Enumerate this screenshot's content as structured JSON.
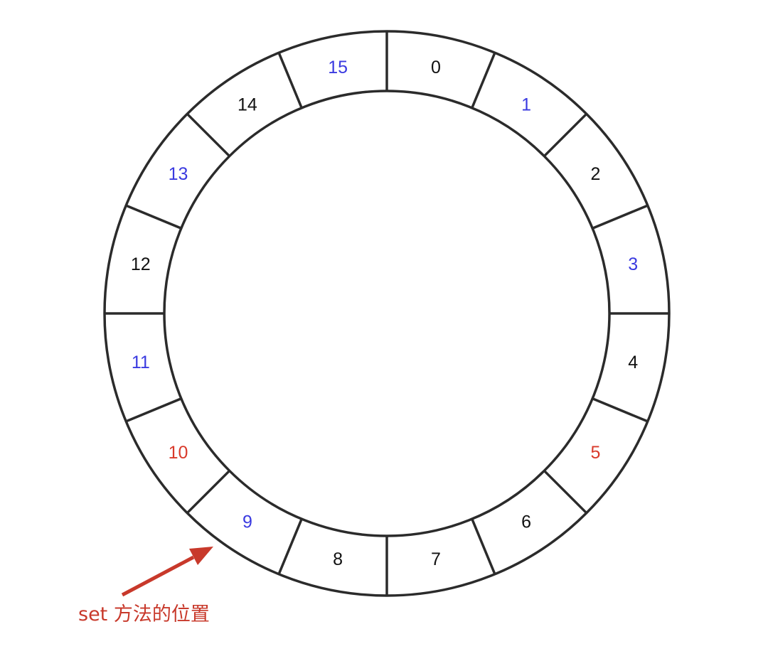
{
  "ring": {
    "slot_count": 16,
    "slots": [
      {
        "label": "0",
        "status": "default"
      },
      {
        "label": "1",
        "status": "occupied"
      },
      {
        "label": "2",
        "status": "default"
      },
      {
        "label": "3",
        "status": "occupied"
      },
      {
        "label": "4",
        "status": "default"
      },
      {
        "label": "5",
        "status": "highlighted"
      },
      {
        "label": "6",
        "status": "default"
      },
      {
        "label": "7",
        "status": "default"
      },
      {
        "label": "8",
        "status": "default"
      },
      {
        "label": "9",
        "status": "occupied"
      },
      {
        "label": "10",
        "status": "highlighted"
      },
      {
        "label": "11",
        "status": "occupied"
      },
      {
        "label": "12",
        "status": "default"
      },
      {
        "label": "13",
        "status": "occupied"
      },
      {
        "label": "14",
        "status": "default"
      },
      {
        "label": "15",
        "status": "occupied"
      }
    ]
  },
  "colors": {
    "default": "#111111",
    "occupied": "#3a3ae0",
    "highlighted": "#d93a2b",
    "stroke": "#2b2b2b",
    "arrow": "#c8392b"
  },
  "annotation": {
    "text": "set 方法的位置",
    "points_to_slot": "9"
  }
}
